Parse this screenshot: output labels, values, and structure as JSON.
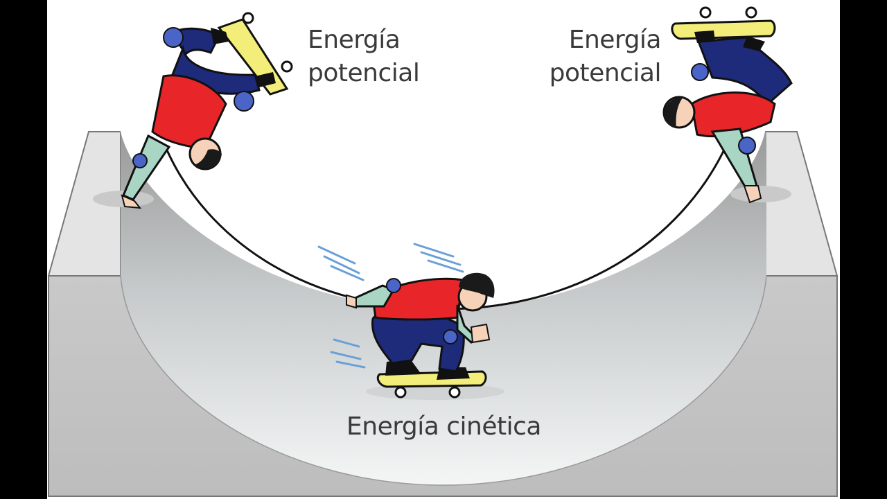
{
  "labels": {
    "top_left": [
      "Energía",
      "potencial"
    ],
    "top_right": [
      "Energía",
      "potencial"
    ],
    "bottom": "Energía cinética"
  },
  "colors": {
    "background_frame": "#ffffff",
    "letterbox": "#000000",
    "ramp_light": "#e2e2e2",
    "ramp_mid": "#c4c4c4",
    "shirt_red": "#e8262a",
    "pants_navy": "#1e2a7a",
    "pad_blue": "#4a64c8",
    "sleeve_mint": "#a9d6c4",
    "board_yellow": "#f3ee7a",
    "helmet_black": "#1a1a1a",
    "skin": "#f6d2b8",
    "motion_lines": "#6aa0d8"
  },
  "icons": [
    "skater-top-left-icon",
    "skater-top-right-icon",
    "skater-bottom-icon",
    "half-pipe-ramp-icon"
  ]
}
